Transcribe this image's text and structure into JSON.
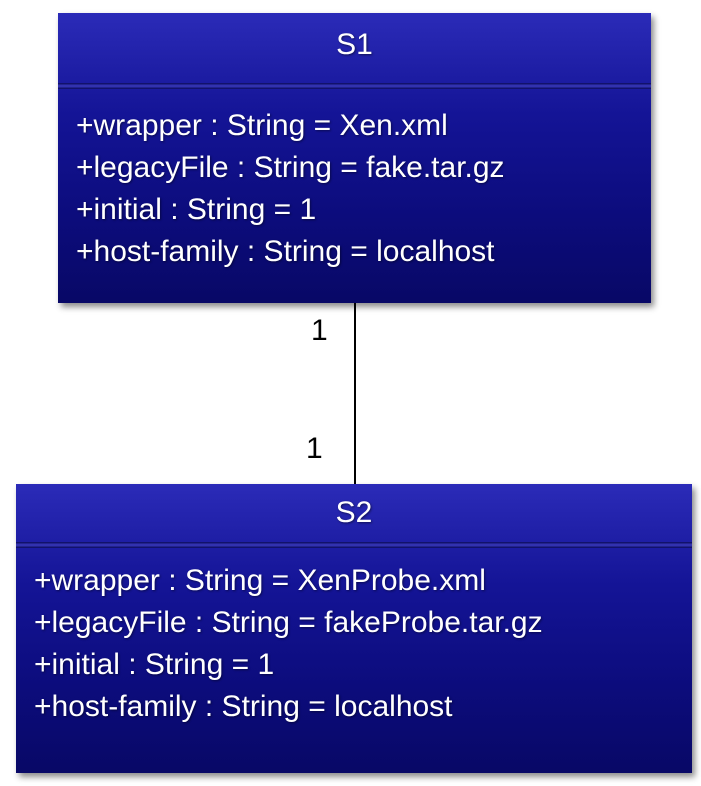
{
  "classes": [
    {
      "name": "S1",
      "attributes": [
        "+wrapper : String = Xen.xml",
        "+legacyFile : String = fake.tar.gz",
        "+initial : String = 1",
        "+host-family : String = localhost"
      ]
    },
    {
      "name": "S2",
      "attributes": [
        "+wrapper : String = XenProbe.xml",
        "+legacyFile : String = fakeProbe.tar.gz",
        "+initial : String = 1",
        "+host-family : String = localhost"
      ]
    }
  ],
  "association": {
    "multiplicity_top": "1",
    "multiplicity_bottom": "1"
  },
  "colors": {
    "box_fill": "#141496",
    "text": "#ffffff",
    "line": "#000000"
  }
}
